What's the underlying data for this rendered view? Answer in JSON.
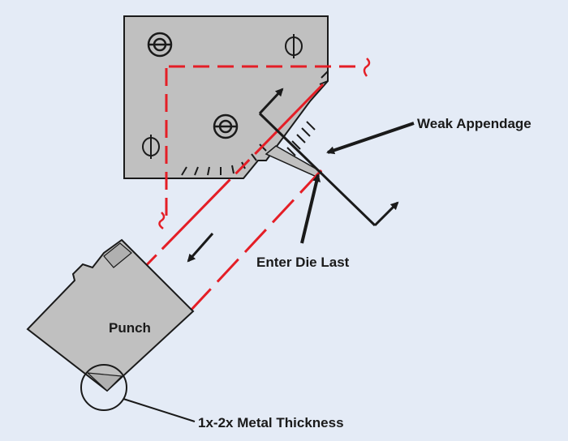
{
  "diagram": {
    "labels": {
      "weak_appendage": "Weak Appendage",
      "enter_die_last": "Enter Die Last",
      "punch": "Punch",
      "metal_thickness": "1x-2x Metal Thickness"
    },
    "colors": {
      "background": "#e4ebf6",
      "part_fill": "#c0c0c0",
      "outline": "#1a1a1a",
      "centerline_red": "#e41e26"
    },
    "icons": [
      "phi-symbol",
      "concentric-hole-symbol",
      "wavy-break-symbol",
      "view-arrow"
    ]
  }
}
